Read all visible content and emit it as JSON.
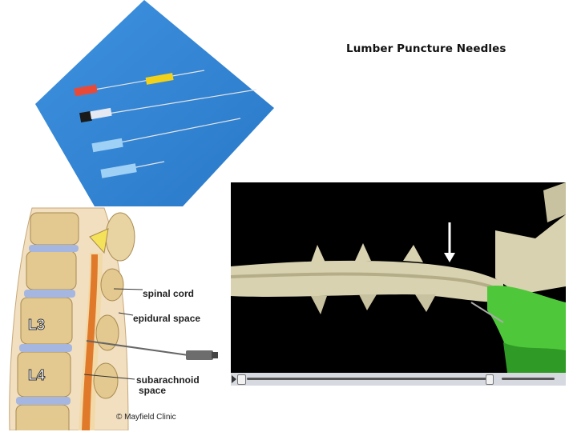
{
  "slide": {
    "title": "Lumber Puncture Needles"
  },
  "diagram": {
    "labels": {
      "spinal_cord": "spinal cord",
      "epidural_space": "epidural space",
      "subarachnoid_line1": "subarachnoid",
      "subarachnoid_line2": "space",
      "l3": "L3",
      "l4": "L4"
    },
    "credit": "© Mayfield Clinic"
  },
  "colors": {
    "photo_background": "#2f86d6",
    "vertebra": "#e3c98f",
    "disc": "#a5b6e0",
    "cord": "#e07a2a",
    "video_background": "#000000",
    "bone_model": "#d8d2b0",
    "tissue_green": "#4ec83a"
  },
  "video": {
    "controls": [
      "seek-bar",
      "volume-slider"
    ]
  }
}
